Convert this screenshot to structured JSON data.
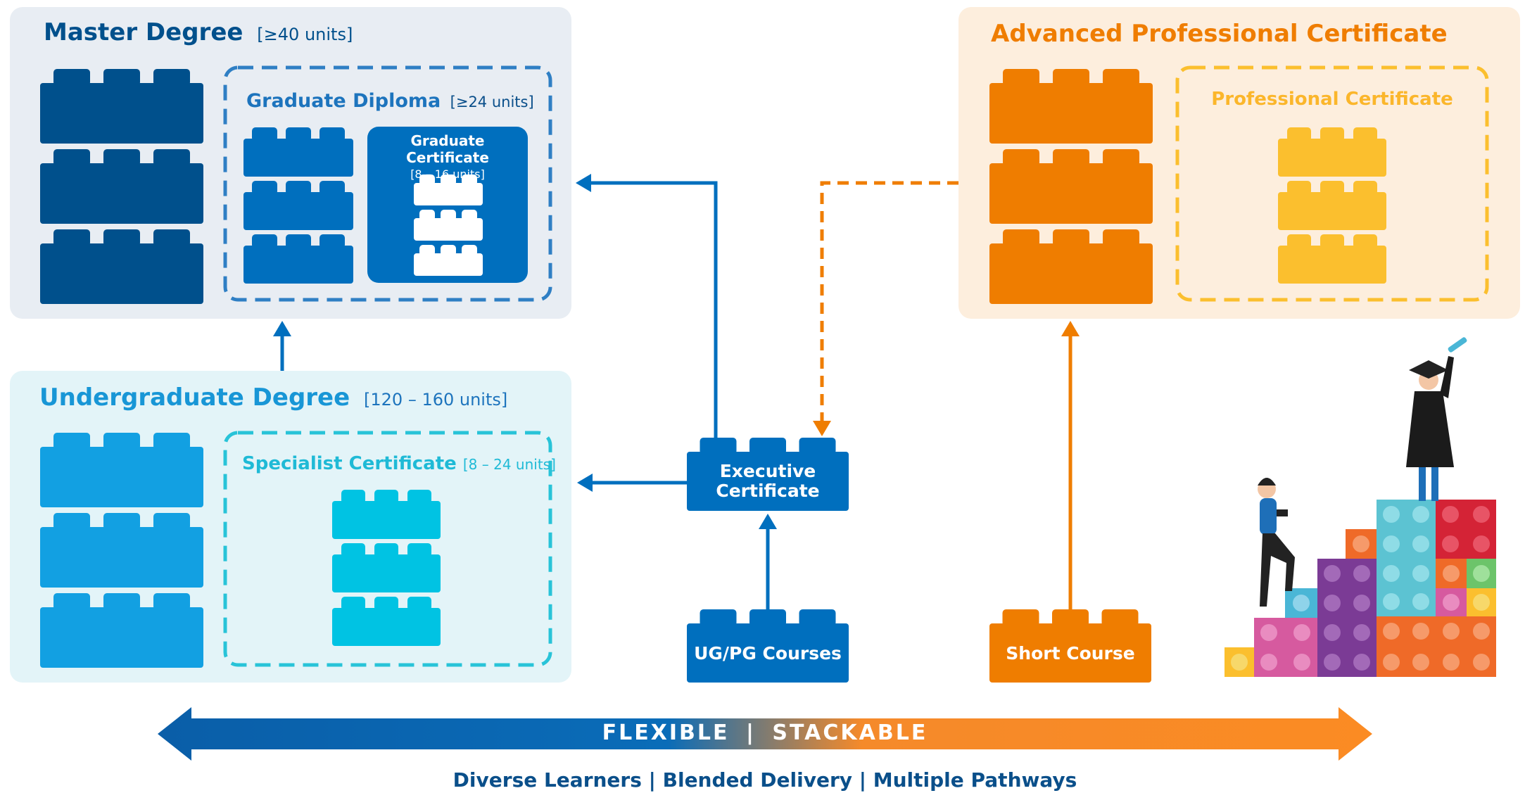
{
  "master": {
    "title": "Master Degree",
    "units": "[≥40 units]"
  },
  "graduate_diploma": {
    "title": "Graduate Diploma",
    "units": "[≥24 units]"
  },
  "graduate_certificate": {
    "title": "Graduate Certificate",
    "units": "[8 – 16 units]"
  },
  "undergraduate": {
    "title": "Undergraduate Degree",
    "units": "[120 – 160 units]"
  },
  "specialist_certificate": {
    "title": "Specialist Certificate",
    "units": "[8 – 24 units]"
  },
  "executive_certificate": {
    "line1": "Executive",
    "line2": "Certificate"
  },
  "ug_pg_courses": {
    "label": "UG/PG Courses"
  },
  "advanced_professional": {
    "title": "Advanced Professional Certificate"
  },
  "professional_certificate": {
    "title": "Professional Certificate"
  },
  "short_course": {
    "label": "Short Course"
  },
  "banner": {
    "left": "FLEXIBLE",
    "separator": "|",
    "right": "STACKABLE"
  },
  "footer": {
    "text": "Diverse Learners | Blended Delivery | Multiple Pathways"
  },
  "colors": {
    "navy": "#00508c",
    "blue": "#006fbe",
    "sky": "#12a0e2",
    "cyan": "#00c3e3",
    "orange": "#ef7d00",
    "amber": "#fbbf2e",
    "master_bg": "#e8edf3",
    "ug_bg": "#e3f4f8",
    "adv_bg": "#fdeedd"
  }
}
